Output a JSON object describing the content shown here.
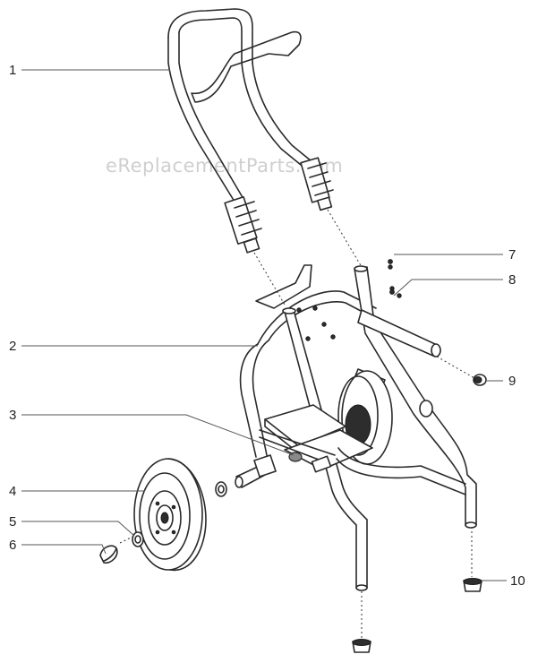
{
  "watermark": "eReplacementParts.com",
  "callouts": [
    {
      "id": "1",
      "label": "1"
    },
    {
      "id": "2",
      "label": "2"
    },
    {
      "id": "3",
      "label": "3"
    },
    {
      "id": "4",
      "label": "4"
    },
    {
      "id": "5",
      "label": "5"
    },
    {
      "id": "6",
      "label": "6"
    },
    {
      "id": "7",
      "label": "7"
    },
    {
      "id": "8",
      "label": "8"
    },
    {
      "id": "9",
      "label": "9"
    },
    {
      "id": "10",
      "label": "10"
    }
  ],
  "colors": {
    "line": "#2a2a2a",
    "watermark": "#cfcfcf",
    "background": "#ffffff"
  }
}
